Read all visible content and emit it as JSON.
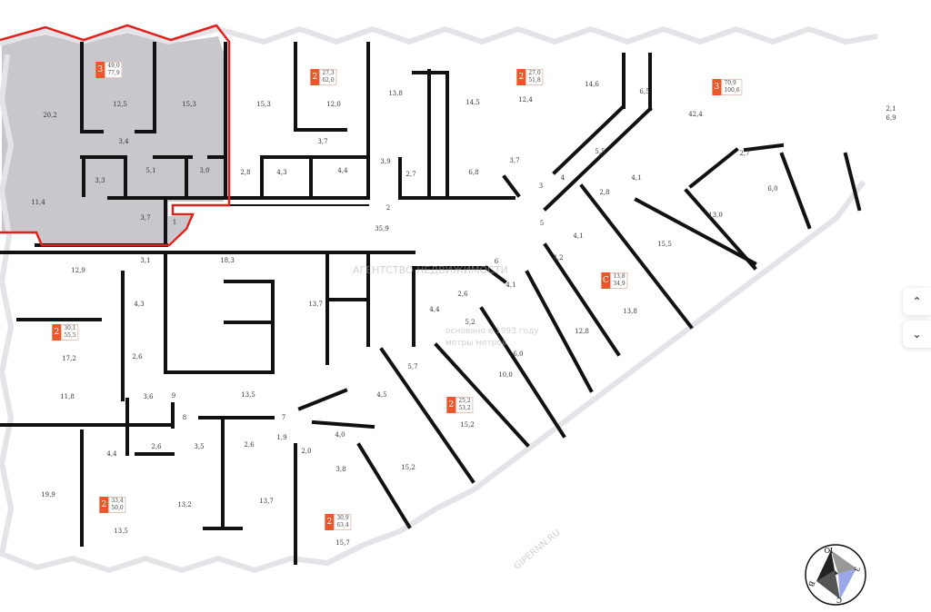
{
  "rooms": [
    "20,2",
    "12,5",
    "15,3",
    "3,4",
    "5,1",
    "3,0",
    "3,3",
    "11,4",
    "3,7",
    "1",
    "15,3",
    "12,0",
    "3,7",
    "2,8",
    "4,3",
    "4,4",
    "13,8",
    "14,5",
    "12,4",
    "14,6",
    "6,5",
    "42,4",
    "3,9",
    "2,7",
    "6,8",
    "3,7",
    "3",
    "4",
    "5,5",
    "2,8",
    "4,1",
    "2,7",
    "6,0",
    "13,0",
    "15,5",
    "2",
    "35,9",
    "5",
    "4,1",
    "4,2",
    "6",
    "4,1",
    "13,8",
    "12,8",
    "2,1",
    "6,9",
    "12,9",
    "3,1",
    "18,3",
    "4,3",
    "13,7",
    "17,2",
    "2,6",
    "11,8",
    "3,6",
    "9",
    "13,5",
    "8",
    "7",
    "4,4",
    "2,6",
    "3,5",
    "2,6",
    "1,9",
    "2,0",
    "4,0",
    "4,5",
    "5,7",
    "15,2",
    "15,2",
    "3,8",
    "19,9",
    "13,5",
    "13,2",
    "13,7",
    "15,7",
    "4,4",
    "2,6",
    "5,2",
    "6,0",
    "10,0"
  ],
  "apartments": [
    {
      "rooms": "3",
      "living": "49,0",
      "total": "77,9",
      "selected": true
    },
    {
      "rooms": "2",
      "living": "27,3",
      "total": "62,0"
    },
    {
      "rooms": "2",
      "living": "27,0",
      "total": "51,8"
    },
    {
      "rooms": "3",
      "living": "70,9",
      "total": "100,6"
    },
    {
      "rooms": "С",
      "living": "13,8",
      "total": "34,9"
    },
    {
      "rooms": "2",
      "living": "30,1",
      "total": "55,5"
    },
    {
      "rooms": "2",
      "living": "25,2",
      "total": "53,2"
    },
    {
      "rooms": "2",
      "living": "33,4",
      "total": "50,0"
    },
    {
      "rooms": "2",
      "living": "30,9",
      "total": "63,4"
    }
  ],
  "watermark": {
    "agency": "АГЕНТСТВО НЕДВИЖИМОСТИ",
    "founded": "основано в 1993 году",
    "tagline": "мотры метров",
    "site": "GIPERNN.RU"
  },
  "nav": {
    "up_icon": "chevron-up-icon",
    "down_icon": "chevron-down-icon"
  },
  "compass": {
    "north": "С",
    "south": "Ю",
    "east": "В",
    "west": "З"
  },
  "colors": {
    "selection_outline": "#e0201c",
    "selection_fill": "#c7c7cc",
    "badge": "#e8582a",
    "wall": "#111111"
  }
}
